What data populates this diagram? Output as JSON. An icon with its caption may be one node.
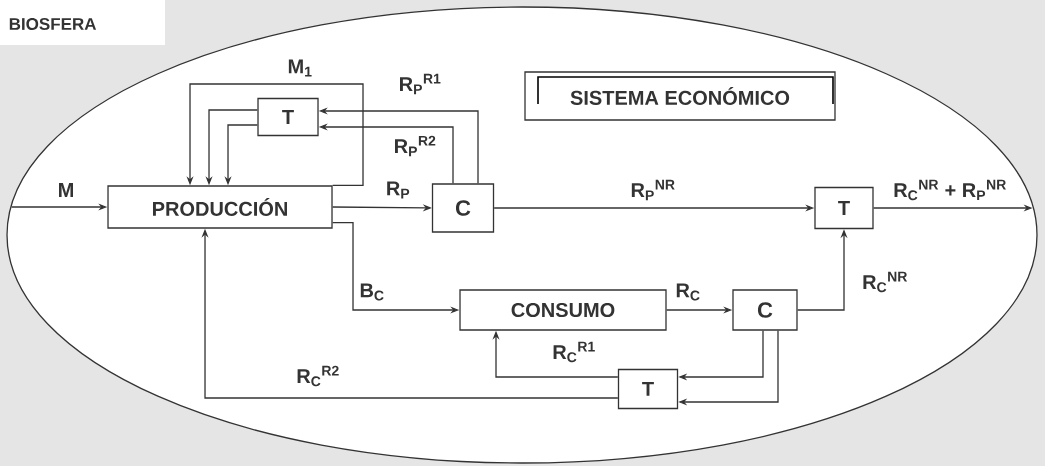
{
  "diagram": {
    "nodes": [
      {
        "text": [],
        "shape": "ellipse"
      },
      {
        "text": [
          "SISTEMA ECONÓMICO"
        ],
        "in": 0
      },
      {
        "text": [
          "T"
        ],
        "in": 0
      },
      {
        "text": [
          "PRODUCCIÓN"
        ],
        "in": 0
      },
      {
        "text": [
          "C"
        ],
        "in": 0
      },
      {
        "text": [
          "T"
        ],
        "in": 0
      },
      {
        "text": [
          "CONSUMO"
        ],
        "in": 0
      },
      {
        "text": [
          "C"
        ],
        "in": 0
      },
      {
        "text": [
          "T"
        ],
        "in": 0
      }
    ],
    "edges": [
      {
        "from": 0,
        "to": 3,
        "arrow": "to",
        "label": "M"
      },
      {
        "from": 3,
        "to": 3,
        "arrow": "to",
        "label": "M$_{1}$"
      },
      {
        "from": 2,
        "to": 3,
        "arrow": "to"
      },
      {
        "from": 2,
        "to": 3,
        "arrow": "to"
      },
      {
        "from": 4,
        "to": 2,
        "arrow": "to",
        "label": "R$_{P}$$^{R1}$"
      },
      {
        "from": 4,
        "to": 2,
        "arrow": "to",
        "label": "R$_{P}$$^{R2}$"
      },
      {
        "from": 3,
        "to": 4,
        "arrow": "to",
        "label": "R$_{P}$"
      },
      {
        "from": 4,
        "to": 5,
        "arrow": "to",
        "label": "R$_{P}$$^{NR}$"
      },
      {
        "from": 5,
        "to": 0,
        "arrow": "to",
        "label": "R$_{C}$$^{NR}$ + R$_{P}$$^{NR}$"
      },
      {
        "from": 3,
        "to": 6,
        "arrow": "to",
        "label": "B$_{C}$"
      },
      {
        "from": 6,
        "to": 7,
        "arrow": "to",
        "label": "R$_{C}$"
      },
      {
        "from": 7,
        "to": 5,
        "arrow": "to",
        "label": "R$_{C}$$^{NR}$"
      },
      {
        "from": 7,
        "to": 8,
        "arrow": "to"
      },
      {
        "from": 7,
        "to": 8,
        "arrow": "to"
      },
      {
        "from": 8,
        "to": 6,
        "arrow": "to",
        "label": "R$_{C}$$^{R1}$"
      },
      {
        "from": 8,
        "to": 3,
        "arrow": "to",
        "label": "R$_{C}$$^{R2}$"
      }
    ],
    "labels": [
      "BIOSFERA"
    ]
  }
}
